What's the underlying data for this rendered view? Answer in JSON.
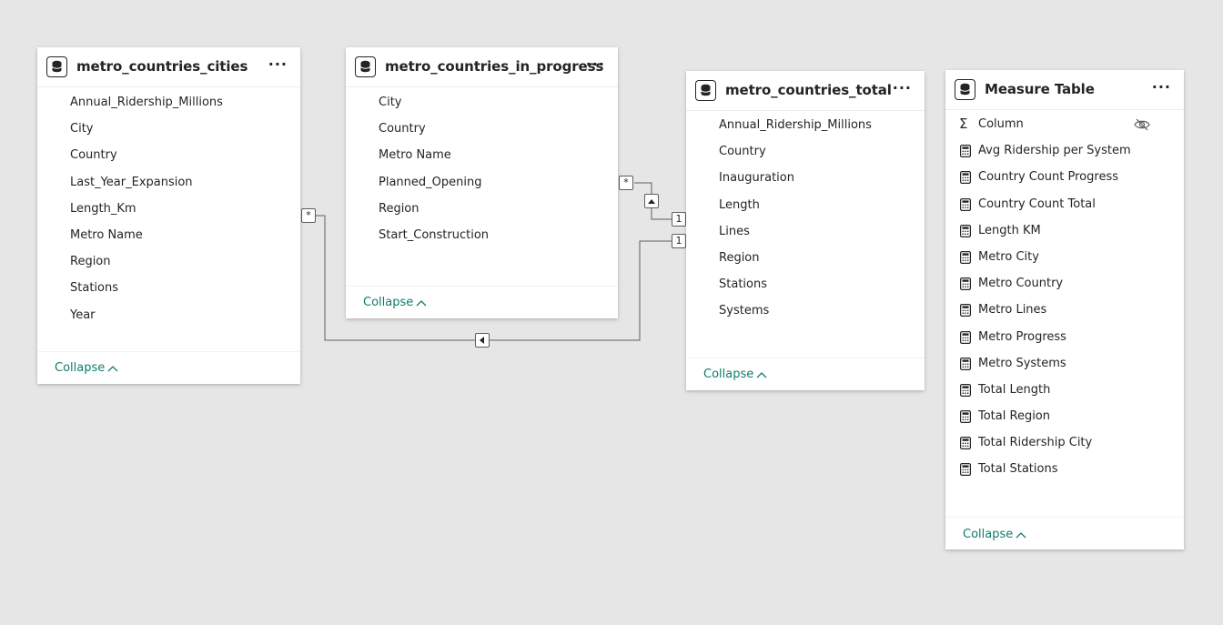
{
  "tables": [
    {
      "title": "metro_countries_cities",
      "fields": [
        "Annual_Ridership_Millions",
        "City",
        "Country",
        "Last_Year_Expansion",
        "Length_Km",
        "Metro Name",
        "Region",
        "Stations",
        "Year"
      ],
      "collapse_label": "Collapse"
    },
    {
      "title": "metro_countries_in_progress",
      "fields": [
        "City",
        "Country",
        "Metro Name",
        "Planned_Opening",
        "Region",
        "Start_Construction"
      ],
      "collapse_label": "Collapse"
    },
    {
      "title": "metro_countries_total",
      "fields": [
        "Annual_Ridership_Millions",
        "Country",
        "Inauguration",
        "Length",
        "Lines",
        "Region",
        "Stations",
        "Systems"
      ],
      "collapse_label": "Collapse"
    },
    {
      "title": "Measure Table",
      "fields": [
        "Column",
        "Avg Ridership per System",
        "Country Count Progress",
        "Country Count Total",
        "Length KM",
        "Metro City",
        "Metro Country",
        "Metro Lines",
        "Metro Progress",
        "Metro Systems",
        "Total Length",
        "Total Region",
        "Total Ridership City",
        "Total Stations"
      ],
      "collapse_label": "Collapse"
    }
  ],
  "more_label": "···",
  "relationships": {
    "many_symbol": "*",
    "one_symbol": "1"
  },
  "icons": {
    "table": "database-icon",
    "measure": "calculator-icon",
    "column": "sigma-icon",
    "hidden": "eye-hidden-icon",
    "filter_up": "triangle-up-icon",
    "filter_left": "triangle-left-icon"
  },
  "colors": {
    "background": "#e6e6e6",
    "accent": "#107c6c",
    "text": "#252423",
    "line": "#605e5c"
  }
}
